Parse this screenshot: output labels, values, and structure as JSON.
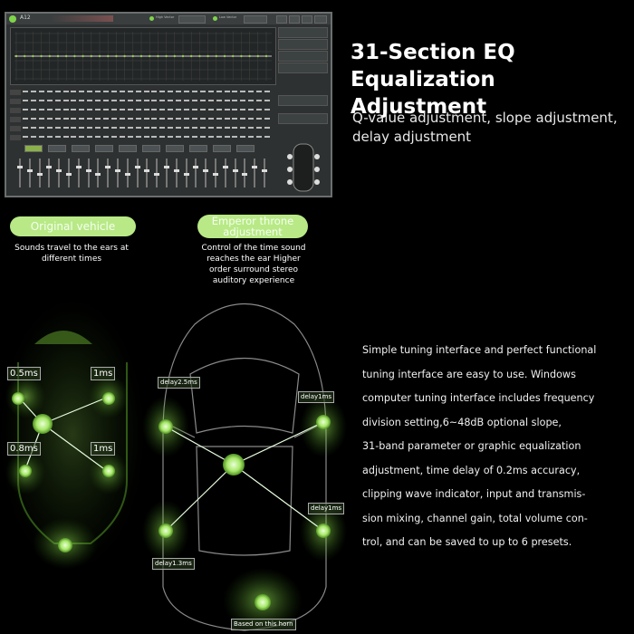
{
  "app": {
    "title": "A12",
    "toolbar_option_1": "High Vector",
    "toolbar_option_2": "Low Vector"
  },
  "heading": {
    "line1": "31-Section EQ",
    "line2": "Equalization Adjustment"
  },
  "subheading": {
    "line1": "Q-value adjustment, slope adjustment,",
    "line2": "delay adjustment"
  },
  "original": {
    "pill": "Original vehicle",
    "caption_line1": "Sounds travel to the ears at",
    "caption_line2": "different times",
    "labels": [
      "0.5ms",
      "1ms",
      "0.8ms",
      "1ms"
    ]
  },
  "emperor": {
    "pill_line1": "Emperor throne",
    "pill_line2": "adjustment",
    "caption_line1": "Control of the time sound",
    "caption_line2": "reaches the ear Higher",
    "caption_line3": "order surround stereo",
    "caption_line4": "auditory experience",
    "labels": [
      "delay2.5ms",
      "delay1ms",
      "delay1ms",
      "delay1.3ms"
    ],
    "horn_label": "Based on this horn"
  },
  "body_text": {
    "lines": [
      "Simple tuning interface and perfect functional",
      "tuning interface are easy to use. Windows",
      "computer tuning interface includes frequency",
      "division setting,6~48dB optional slope,",
      "31-band parameter or graphic equalization",
      "adjustment, time delay of 0.2ms accuracy,",
      "clipping wave indicator, input and transmis-",
      "sion mixing, channel gain, total volume con-",
      "trol, and can be saved to up to 6 presets."
    ]
  },
  "colors": {
    "accent_green": "#7fd44a",
    "pill_green": "#b8e986",
    "background": "#000000"
  }
}
